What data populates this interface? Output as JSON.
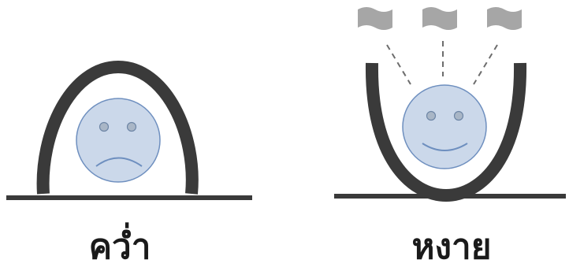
{
  "labels": {
    "left": "คว่ำ",
    "right": "หงาย"
  },
  "colors": {
    "cup": "#3a3a3a",
    "ground": "#3a3a3a",
    "face_fill": "#cbd8ea",
    "face_stroke": "#6e8fbf",
    "eye_fill": "#a9b6c6",
    "eye_stroke": "#6e86a6",
    "flag_fill": "#a6a6a6",
    "dash": "#6d6d6d"
  },
  "faces": {
    "left": {
      "mood": "sad",
      "icon": "sad-face-icon"
    },
    "right": {
      "mood": "happy",
      "icon": "happy-face-icon"
    }
  },
  "flags": {
    "count": 3,
    "icon": "flag-icon"
  }
}
